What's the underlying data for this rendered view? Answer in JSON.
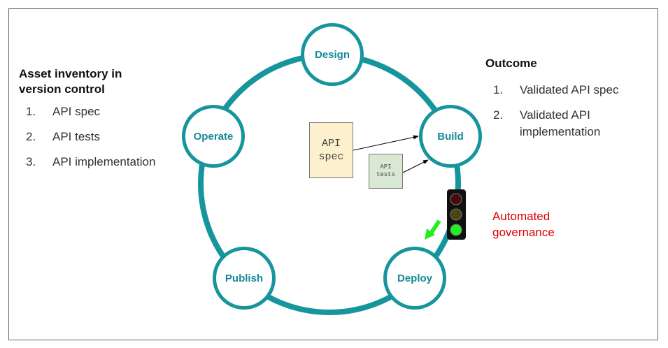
{
  "left": {
    "title": "Asset inventory in version control",
    "items": [
      {
        "num": "1.",
        "label": "API spec"
      },
      {
        "num": "2.",
        "label": "API tests"
      },
      {
        "num": "3.",
        "label": "API implementation"
      }
    ]
  },
  "right": {
    "title": "Outcome",
    "items": [
      {
        "num": "1.",
        "label": "Validated API spec"
      },
      {
        "num": "2.",
        "label": "Validated API implementation"
      }
    ]
  },
  "cycle": {
    "design": "Design",
    "build": "Build",
    "deploy": "Deploy",
    "publish": "Publish",
    "operate": "Operate"
  },
  "docs": {
    "spec": "API\nspec",
    "tests": "API\ntests"
  },
  "governance": "Automated governance",
  "colors": {
    "ring": "#16959c",
    "node_text": "#16899a",
    "governance": "#e00000",
    "spec_doc": "#fdf0cc",
    "tests_doc": "#d9e8d3"
  }
}
